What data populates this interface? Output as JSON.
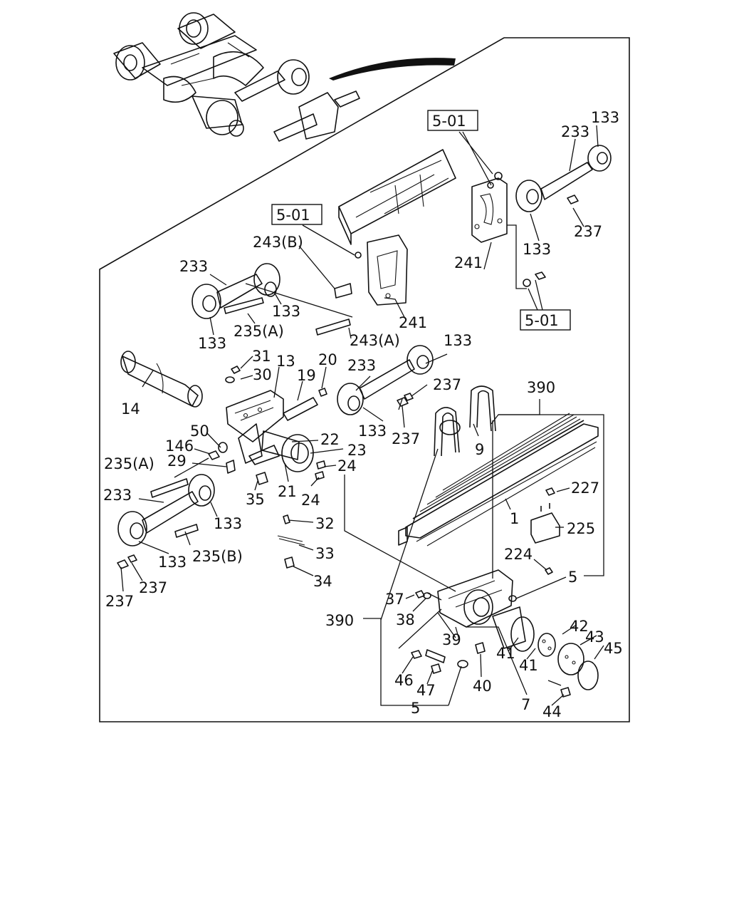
{
  "labels": {
    "l133a": "133",
    "l233a": "233",
    "l501a": "5-01",
    "l237a": "237",
    "l133b": "133",
    "l241a": "241",
    "l501b": "5-01",
    "l243b": "243(B)",
    "l233b": "233",
    "l133c": "133",
    "l133d": "133",
    "l235a": "235(A)",
    "l241b": "241",
    "l501c": "5-01",
    "l243a": "243(A)",
    "l31": "31",
    "l13": "13",
    "l20": "20",
    "l30": "30",
    "l19": "19",
    "l14": "14",
    "l133e": "133",
    "l233c": "233",
    "l237b": "237",
    "l390a": "390",
    "l50": "50",
    "l146": "146",
    "l22": "22",
    "l23": "23",
    "l235a2": "235(A)",
    "l29": "29",
    "l24a": "24",
    "l9": "9",
    "l133f": "133",
    "l237c": "237",
    "l24b": "24",
    "l21": "21",
    "l35": "35",
    "l233d": "233",
    "l133g": "133",
    "l227": "227",
    "l1": "1",
    "l225": "225",
    "l32": "32",
    "l33": "33",
    "l133h": "133",
    "l235b": "235(B)",
    "l224": "224",
    "l237d": "237",
    "l237e": "237",
    "l34": "34",
    "l5a": "5",
    "l37": "37",
    "l38": "38",
    "l390b": "390",
    "l39": "39",
    "l42": "42",
    "l43": "43",
    "l45": "45",
    "l41a": "41",
    "l41b": "41",
    "l46": "46",
    "l47": "47",
    "l40": "40",
    "l7": "7",
    "l5b": "5",
    "l44": "44"
  }
}
